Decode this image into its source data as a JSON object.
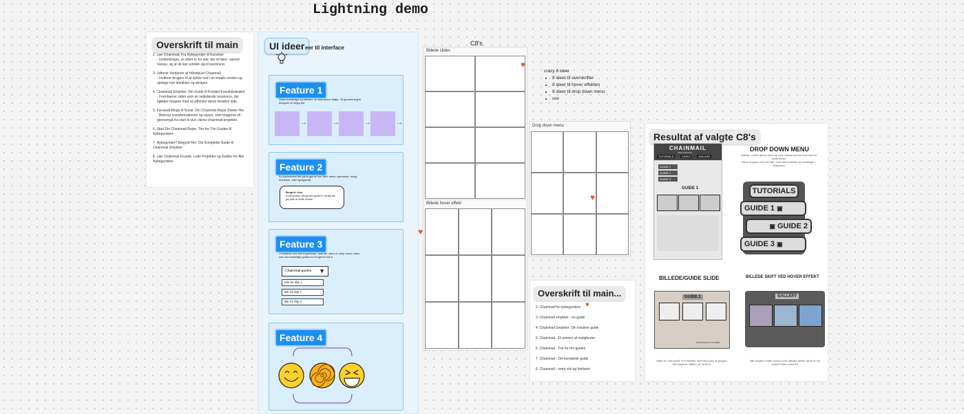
{
  "board": {
    "title": "Lightning demo"
  },
  "left_card": {
    "tag": "Overskrift til main",
    "items": [
      {
        "head": "2. Lær Chainmail: Fra Nybegynder til Kunstner",
        "sub": "- Understreger, at siden er for alle, der vil lære, uanset niveau, og at de kan udvikle sig til kunstnere."
      },
      {
        "head": "3. Udforsk Verdenen af Håndlavet Chainmail",
        "sub": "- Inviterer brugere til at dykke ned i en kreativ verden og opdage nye teknikker og designs."
      },
      {
        "head": "4. Chainmail Smykker: Din Guide til Kreativt Kunsthåndværk",
        "sub": "- Fremhæver siden som en vejledende ressource, der hjælper brugere med at udforske deres kreative side."
      },
      {
        "head": "5. Forvandl Ringe til Kunst: Din Chainmail Rejse Starter Her",
        "sub": "- Betoner transformationen og rejsen, som brugerne vil gennemgå fra start til slut i deres chainmail-projekter."
      },
      {
        "head": "6. Start Din Chainmail-Rejse: Trin-for-Trin Guides til Nybegyndere",
        "sub": ""
      },
      {
        "head": "7. Nybegynder? Begynd Her: Din Komplette Guide til Chainmail Smykker",
        "sub": ""
      },
      {
        "head": "8. Lær Chainmail Grunde: Lette Projekter og Guides for Alle Nybegyndere",
        "sub": ""
      }
    ]
  },
  "ui_panel": {
    "tag": "UI ideer",
    "subtitle": "eer til interface",
    "features": [
      {
        "label": "Feature 1",
        "text": "Disse kreativlige og effekter, du skal kunne tilføje / få guvaretning til designet af mega put"
      },
      {
        "label": "Feature 2",
        "text": "En kommentar felt på brugerne kan dele deres oplevelser, mulig feedback, eller spørgsmål.",
        "bubble_name": "Brugert: Ana",
        "bubble_text": "Kommentar: Mega fed guide!!!, mulig fun jay føle at bolte bedst!"
      },
      {
        "label": "Feature 3",
        "text": "I headeren ved link til guiderne, skal der være en drop down menu som de forskellige guides for brugeren må a",
        "dropdown_title": "Chainmail guides",
        "options": [
          "Klik for tiltp 1",
          "klik for tiltp 2",
          "klik for tiltp 3"
        ]
      },
      {
        "label": "Feature 4"
      }
    ]
  },
  "c8_section": {
    "title": "C8's",
    "billede_slides": "Billede slides",
    "billede_hover": "Billede hover effekt",
    "drop_down": "Drop down menu",
    "crazy_title": "crazy 8 ideer",
    "crazy_items": [
      "8 ideer til overskrifter",
      "8 ideer til hover effekten",
      "8 ideer til drop down menu",
      "osv"
    ]
  },
  "overskrift_card": {
    "tag": "Overskrift til main...",
    "items": [
      "2. Chainmail for nybegyndere",
      "3. Chainmail smykker - en guide",
      "4. Chainmail Smykker: Din kreative guide",
      "5. Chainmail - Et univers af muligheder",
      "6. Chainmail - Trin for trin guides",
      "7. Chainmail - Din komplette guide",
      "8. Chainmail - nemt vist og forklaret"
    ]
  },
  "result": {
    "tag": "Resultat af valgte C8's",
    "mockup": {
      "logo": "CHAINMAIL",
      "logo_sub": "WEB VERSION",
      "nav": [
        "TUTORIALS",
        "VIDEO",
        "GALLERI"
      ],
      "guide_label": "GUIDE 1",
      "menu": [
        "GUIDE 1",
        "GUIDE 2",
        "GUIDE 3"
      ]
    },
    "drop_down": {
      "title": "DROP DOWN MENU",
      "desc1": "Billede: Lorem ipsum dolor sit mus, tallest med en kort tekst til beskrivelse",
      "desc2": "Menu dropper ned ved klik, viser alle tutorials og handlinger i dropdown",
      "header": "TUTORIALS",
      "items": [
        "GUIDE 1",
        "GUIDE 2",
        "GUIDE 3"
      ]
    },
    "slide": {
      "title": "BILLEDE/GUIDE SLIDE",
      "label": "GUIDE 1",
      "caption": "Køter en \"karussell\" af fx billeder med info boks af gangen, når brugeren klikker på \"til frem\"",
      "link": "Klik på tekst for nyt billede"
    },
    "hover": {
      "title": "BILLEDE SKIFT VED HOVER EFFEKT",
      "label": "GALLERY",
      "caption": "Når brugen holder musen over billeder skifter det til et nyt billede inde i rammen"
    }
  }
}
